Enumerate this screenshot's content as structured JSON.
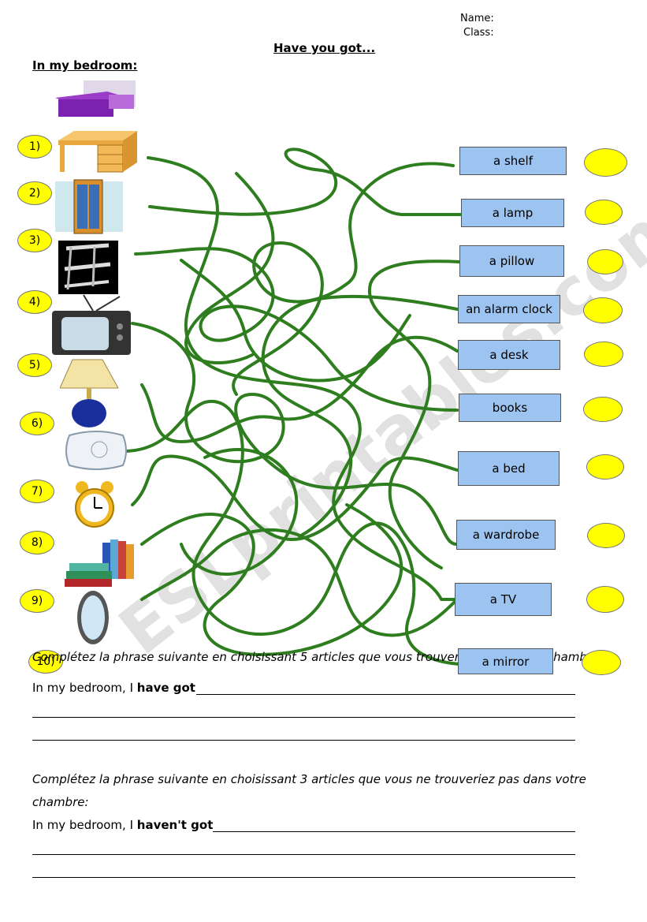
{
  "header": {
    "name_label": "Name:",
    "class_label": "Class:",
    "title": "Have you got...",
    "subtitle": "In my bedroom:"
  },
  "numbers": [
    "1)",
    "2)",
    "3)",
    "4)",
    "5)",
    "6)",
    "7)",
    "8)",
    "9)",
    "10)"
  ],
  "pictures": [
    "bed-picture",
    "desk-picture",
    "wardrobe-picture",
    "shelf-picture",
    "tv-picture",
    "lamp-picture",
    "pillow-picture",
    "alarm-clock-picture",
    "books-picture",
    "mirror-picture"
  ],
  "words": [
    "a shelf",
    "a lamp",
    "a pillow",
    "an alarm clock",
    "a desk",
    "books",
    "a bed",
    "a wardrobe",
    "a TV",
    "a mirror"
  ],
  "exercise1": {
    "instruction": "Complétez la phrase suivante en choisissant 5 articles que vous trouveriez dans votre chambre:",
    "sentence_start": "In my bedroom, I ",
    "sentence_bold": "have got"
  },
  "exercise2": {
    "instruction_line1": "Complétez la phrase suivante en choisissant 3 articles que vous ne trouveriez pas dans votre",
    "instruction_line2": "chambre:",
    "sentence_start": "In my bedroom, I ",
    "sentence_bold": "haven't got"
  },
  "watermark": "ESLprintables.com",
  "colors": {
    "maze": "#2e7d1e",
    "word_box": "#9dc3f0",
    "bubble": "#ffff00"
  }
}
